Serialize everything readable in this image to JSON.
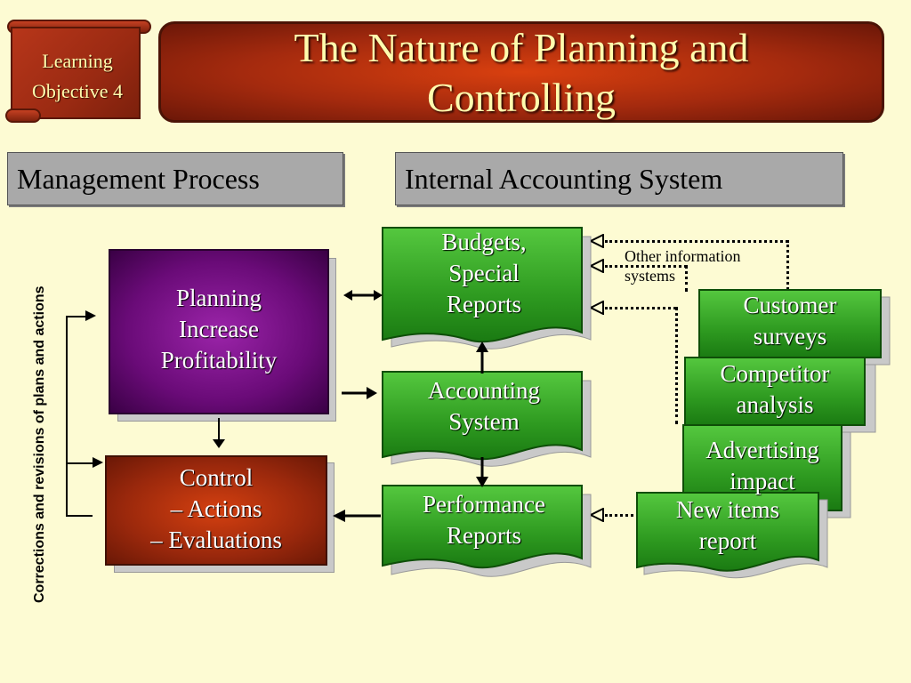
{
  "learning_objective": {
    "line1": "Learning",
    "line2": "Objective 4"
  },
  "title": {
    "line1": "The Nature of Planning and",
    "line2": "Controlling"
  },
  "sections": {
    "management": "Management Process",
    "accounting": "Internal Accounting System"
  },
  "side_label": "Corrections and revisions of plans and actions",
  "planning": {
    "line1": "Planning",
    "line2": "Increase",
    "line3": "Profitability"
  },
  "control": {
    "line1": "Control",
    "line2": "– Actions",
    "line3": "– Evaluations"
  },
  "budgets": {
    "line1": "Budgets,",
    "line2": "Special",
    "line3": "Reports"
  },
  "accounting_system": {
    "line1": "Accounting",
    "line2": "System"
  },
  "performance": {
    "line1": "Performance",
    "line2": "Reports"
  },
  "other_info": {
    "line1": "Other information",
    "line2": "systems"
  },
  "customer": {
    "line1": "Customer",
    "line2": "surveys"
  },
  "competitor": {
    "line1": "Competitor",
    "line2": "analysis"
  },
  "advertising": {
    "line1": "Advertising",
    "line2": "impact"
  },
  "new_items": {
    "line1": "New items",
    "line2": "report"
  },
  "colors": {
    "background": "#fdfbd3",
    "title_text": "#fffcae",
    "planning_box": "#6a0b78",
    "control_box": "#9a280c",
    "document_green": "#2e9a20"
  }
}
